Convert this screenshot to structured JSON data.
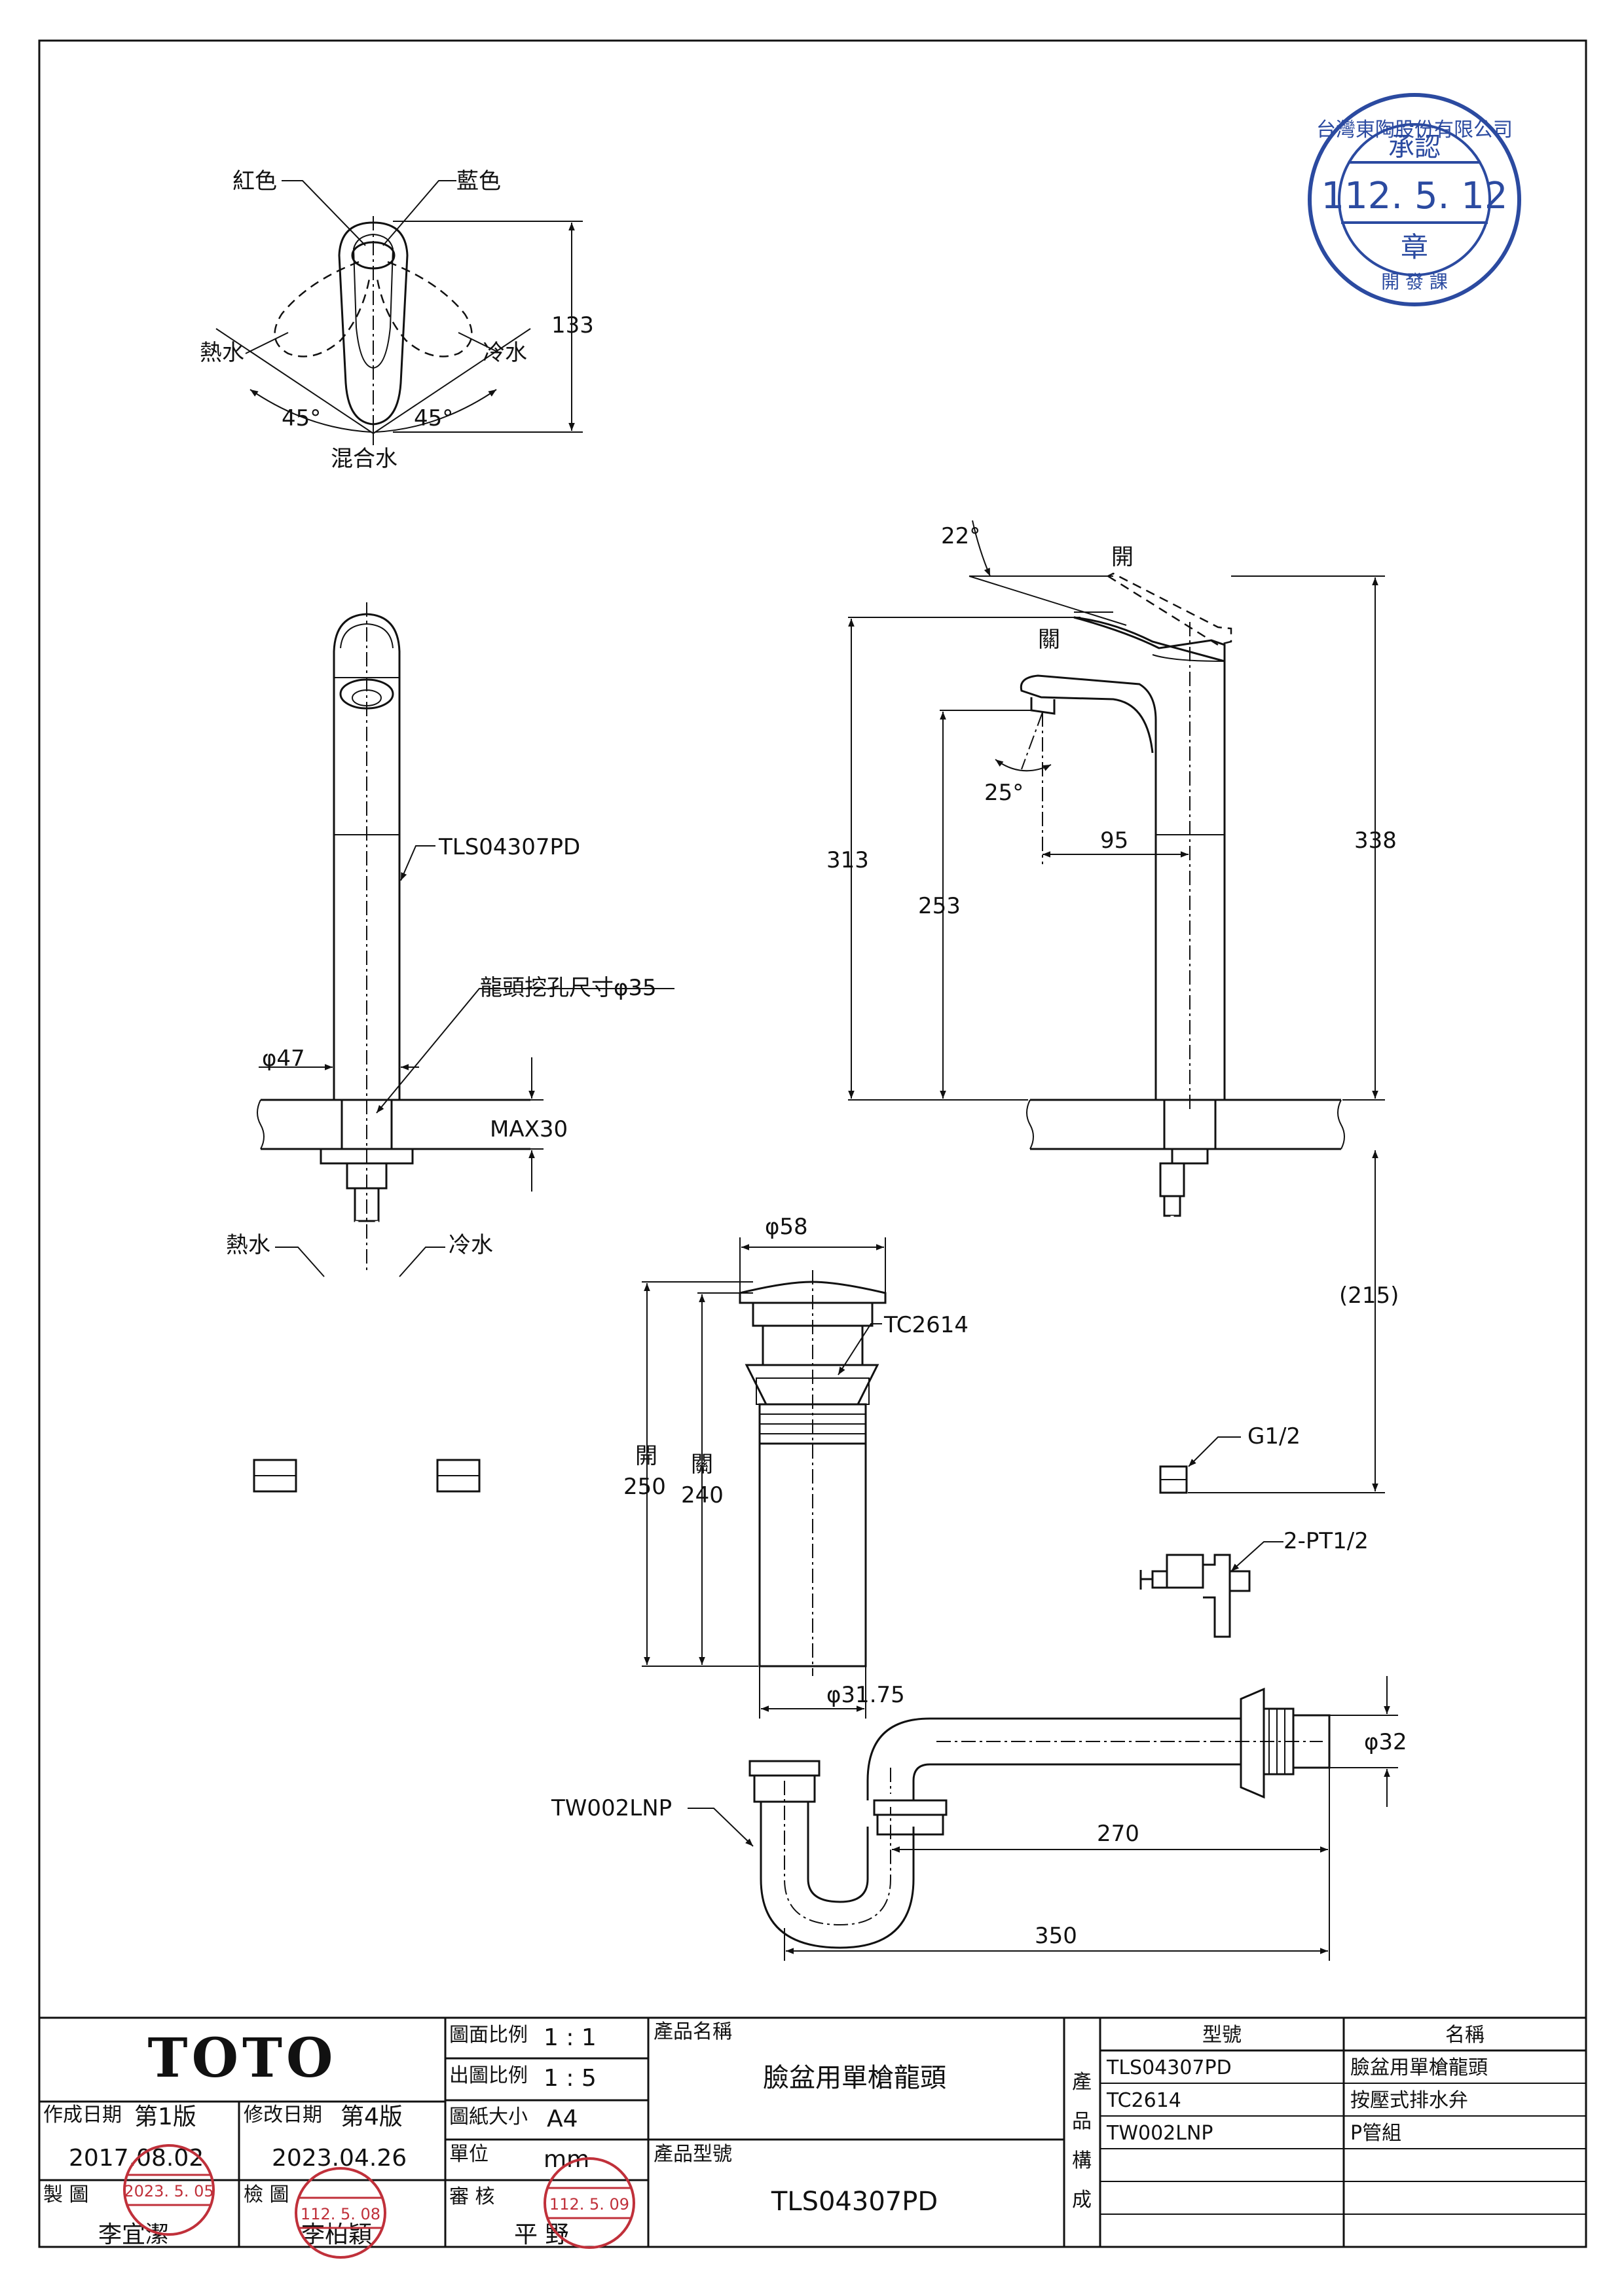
{
  "drawing": {
    "top_view": {
      "red_label": "紅色",
      "blue_label": "藍色",
      "hot_label": "熱水",
      "cold_label": "冷水",
      "mix_label": "混合水",
      "angle_left": "45°",
      "angle_right": "45°",
      "height_dim": "133"
    },
    "front_view": {
      "model_label": "TLS04307PD",
      "hole_label": "龍頭挖孔尺寸φ35",
      "dia_label": "φ47",
      "max_label": "MAX30",
      "hot_label": "熱水",
      "cold_label": "冷水"
    },
    "side_view": {
      "angle_top": "22°",
      "open_label": "開",
      "close_label": "關",
      "angle_spout": "25°",
      "dim_95": "95",
      "dim_313": "313",
      "dim_253": "253",
      "dim_338": "338",
      "dim_215": "(215)",
      "thread_label": "G1/2",
      "valve_label": "2-PT1/2"
    },
    "drain_view": {
      "dia_top": "φ58",
      "model_label": "TC2614",
      "open_label": "開",
      "close_label": "關",
      "dim_250": "250",
      "dim_240": "240",
      "dia_pipe": "φ31.75"
    },
    "ptrap_view": {
      "model_label": "TW002LNP",
      "dia_label": "φ32",
      "dim_270": "270",
      "dim_350": "350"
    }
  },
  "stamp_top": {
    "company": "台灣東陶股份有限公司",
    "approve": "承認",
    "date": "112. 5. 12",
    "seal": "章",
    "dept": "開 發 課"
  },
  "title_block": {
    "brand": "TOTO",
    "scale_label": "圖面比例",
    "scale_value": "1 : 1",
    "print_scale_label": "出圖比例",
    "print_scale_value": "1 : 5",
    "paper_label": "圖紙大小",
    "paper_value": "A4",
    "unit_label": "單位",
    "unit_value": "mm",
    "review_label": "審 核",
    "reviewer": "平 野",
    "created_label": "作成日期",
    "first_edition": "第1版",
    "created_date": "2017.08.02",
    "modified_label": "修改日期",
    "fourth_edition": "第4版",
    "modified_date": "2023.04.26",
    "drawn_label": "製 圖",
    "drawer": "李宜潔",
    "check_label": "檢 圖",
    "checker": "李柏穎",
    "product_name_label": "產品名稱",
    "product_name": "臉盆用單槍龍頭",
    "product_model_label": "產品型號",
    "product_model": "TLS04307PD",
    "composition_label": [
      "產",
      "品",
      "構",
      "成"
    ],
    "model_header": "型號",
    "name_header": "名稱",
    "components": [
      {
        "model": "TLS04307PD",
        "name": "臉盆用單槍龍頭"
      },
      {
        "model": "TC2614",
        "name": "按壓式排水弁"
      },
      {
        "model": "TW002LNP",
        "name": "P管組"
      }
    ],
    "stamp_drawer_date": "2023. 5. 05",
    "stamp_checker_date": "112. 5. 08",
    "stamp_reviewer_date": "112. 5. 09"
  }
}
